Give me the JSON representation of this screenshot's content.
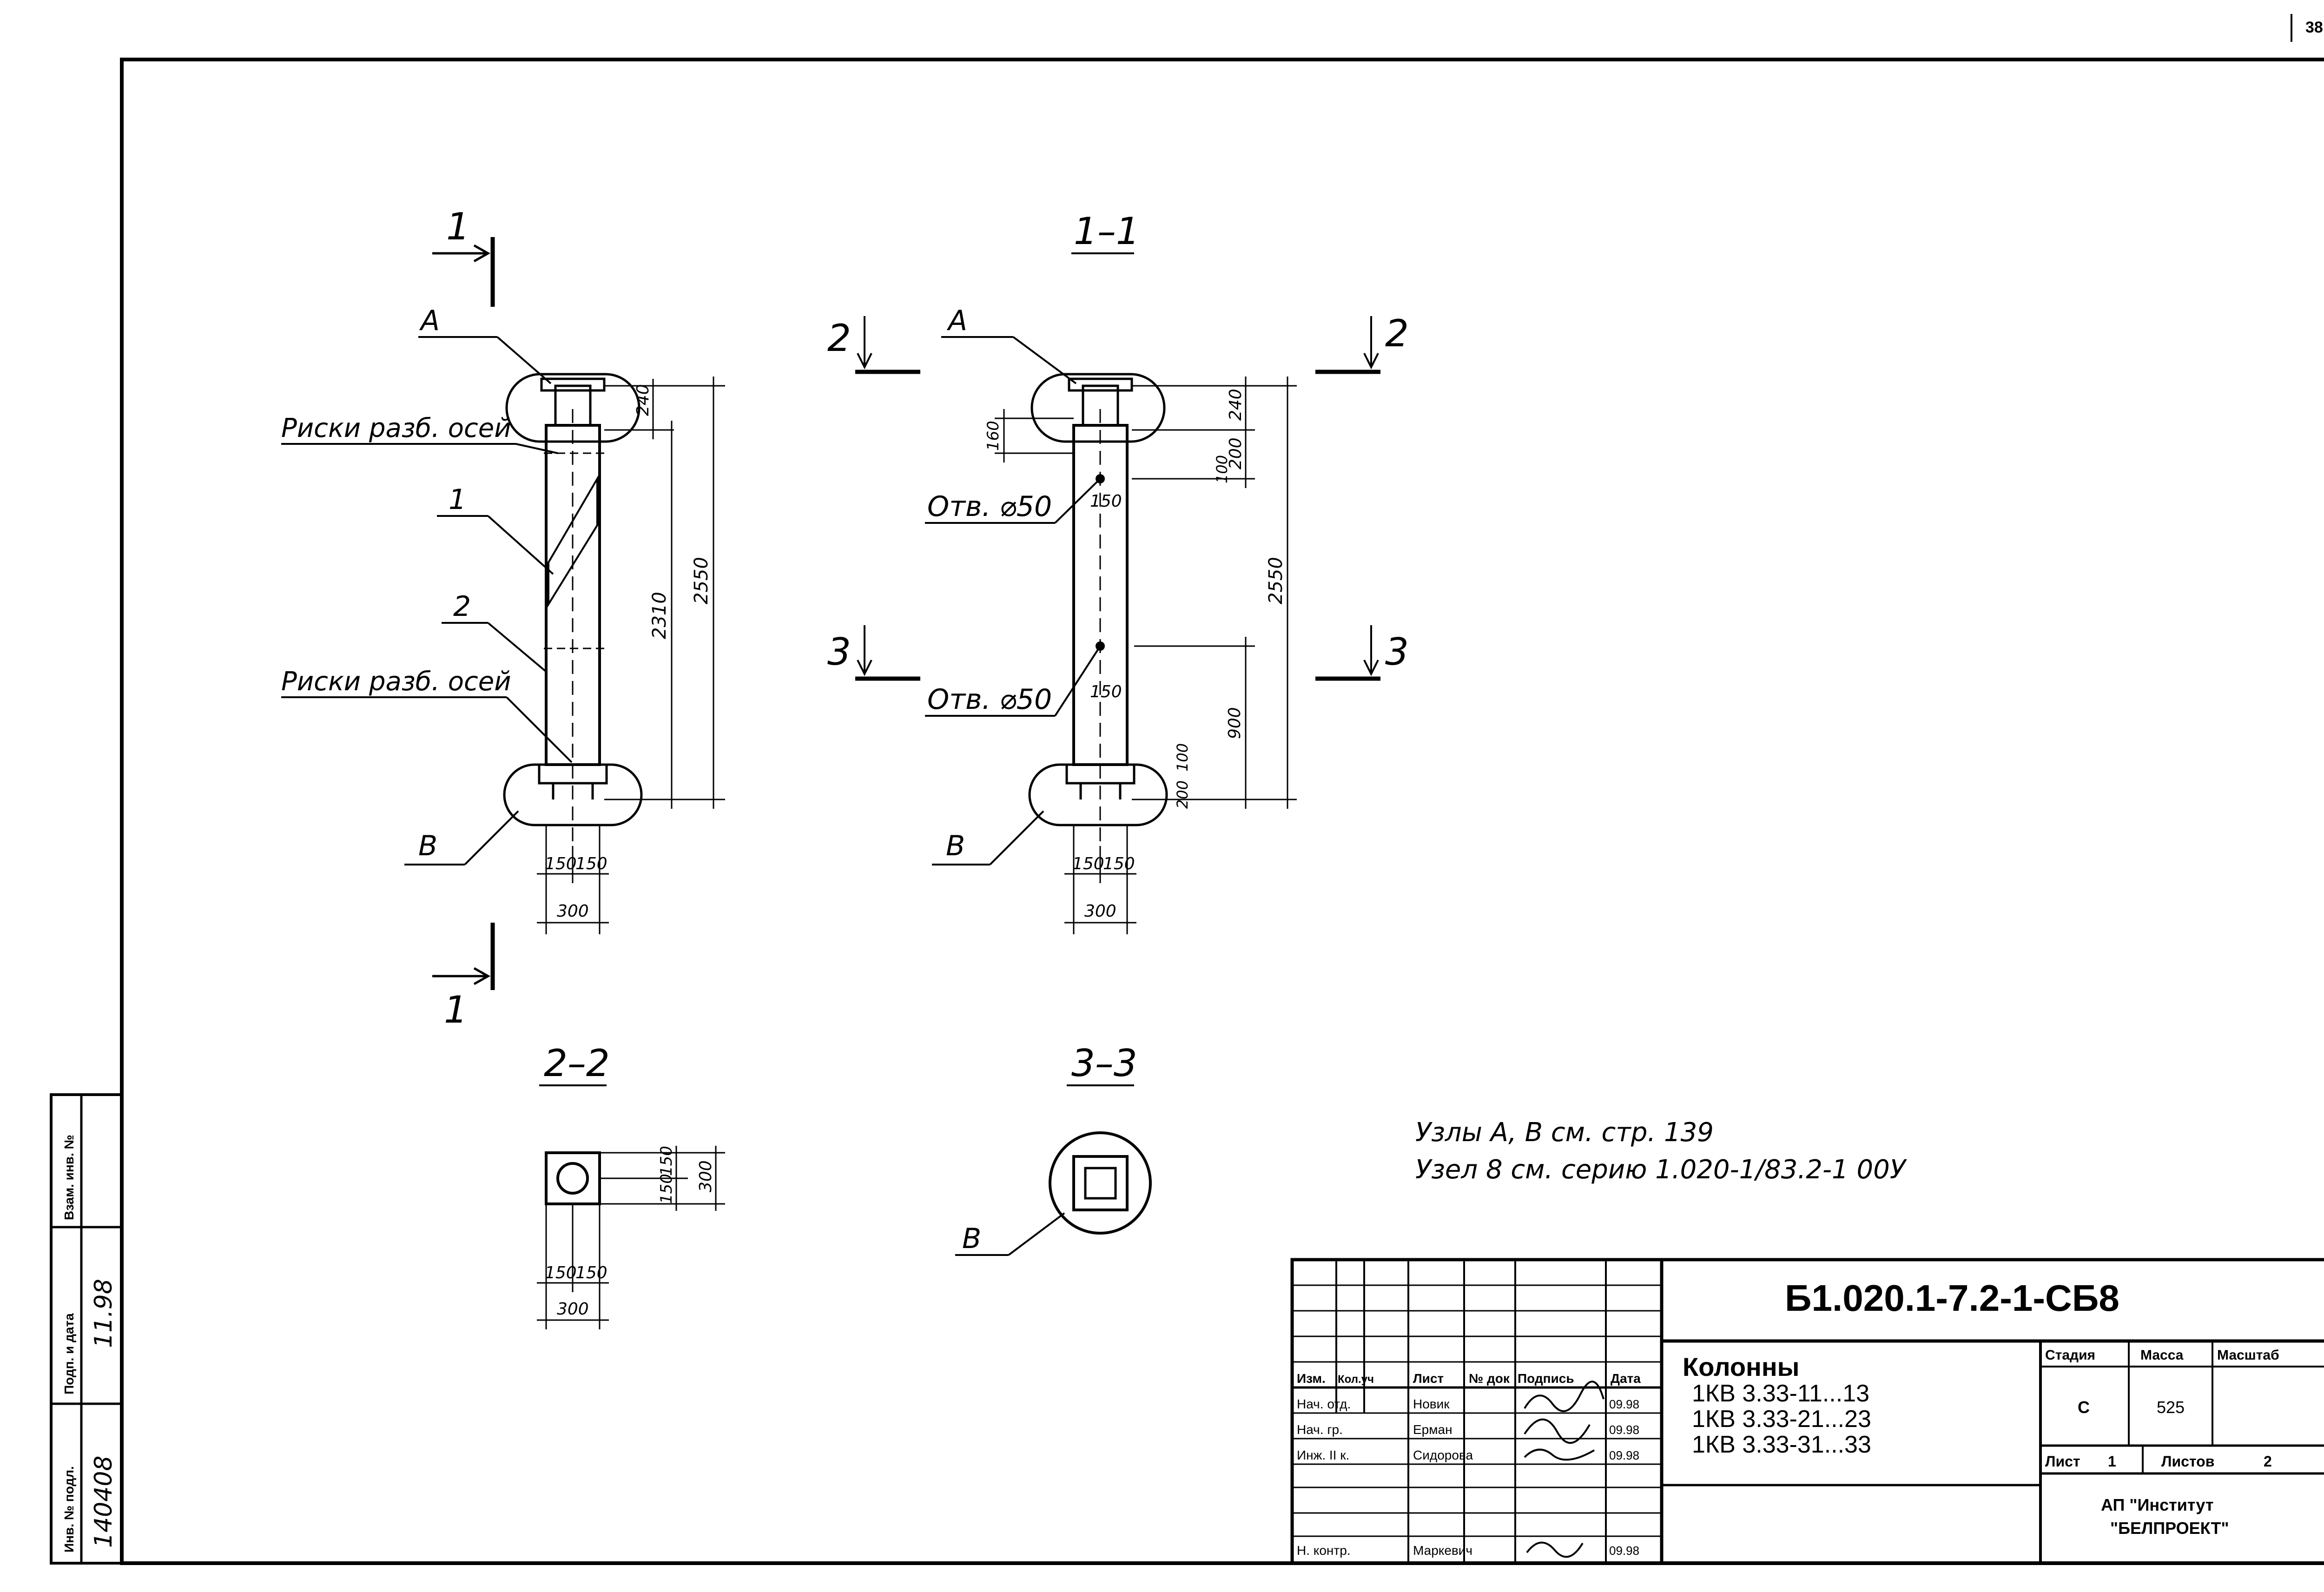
{
  "page_number": "38",
  "views": {
    "side_label": "1",
    "section_1_1": "1–1",
    "section_2_2": "2–2",
    "section_3_3": "3–3",
    "cut_2": "2",
    "cut_3": "3",
    "node_a": "А",
    "node_b": "В",
    "node_v": "В",
    "pos_1": "1",
    "pos_2": "2"
  },
  "annotations": {
    "axis_marks_1": "Риски разб. осей",
    "axis_marks_2": "Риски разб. осей",
    "hole_1": "Отв. ⌀50",
    "hole_2": "Отв. ⌀50"
  },
  "dimensions": {
    "d240": "240",
    "d2550": "2550",
    "d2310": "2310",
    "d150": "150",
    "d300": "300",
    "d160": "160",
    "d200": "200",
    "d900": "900",
    "d100": "100"
  },
  "notes": {
    "line1": "Узлы А, В см. стр. 139",
    "line2": "Узел 8 см. серию 1.020-1/83.2-1 00У"
  },
  "title_block": {
    "document_code": "Б1.020.1-7.2-1-СБ8",
    "title": "Колонны",
    "items": [
      "1КВ 3.33-11...13",
      "1КВ 3.33-21...23",
      "1КВ 3.33-31...33"
    ],
    "headers": {
      "izm": "Изм.",
      "kol": "Кол.уч",
      "list": "Лист",
      "ndok": "№ док",
      "podpis": "Подпись",
      "data": "Дата"
    },
    "signers": [
      {
        "role": "Нач. отд.",
        "name": "Новик",
        "date": "09.98"
      },
      {
        "role": "Нач. гр.",
        "name": "Ерман",
        "date": "09.98"
      },
      {
        "role": "Инж. II к.",
        "name": "Сидорова",
        "date": "09.98"
      },
      {
        "role": "Н. контр.",
        "name": "Маркевич",
        "date": "09.98"
      }
    ],
    "stage_label": "Стадия",
    "mass_label": "Масса",
    "scale_label": "Масштаб",
    "stage": "С",
    "mass": "525",
    "sheet_label": "Лист",
    "sheet_no": "1",
    "sheets_label": "Листов",
    "sheets_total": "2",
    "org_line1": "АП \"Институт",
    "org_line2": "\"БЕЛПРОЕКТ\""
  },
  "stamp": {
    "inv_label": "Инв. № подл.",
    "sign_label": "Подп. и дата",
    "vzam_label": "Взам. инв. №",
    "inv_value": "140408",
    "sign_value": "11.98"
  }
}
